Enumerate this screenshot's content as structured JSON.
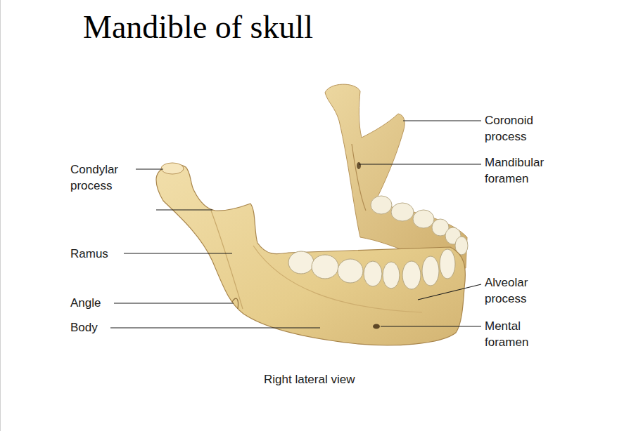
{
  "diagram": {
    "title": "Mandible of skull",
    "caption": "Right lateral view",
    "labels": [
      "Coronoid process",
      "Condylar process",
      "Mandibular foramen",
      "Ramus",
      "Alveolar process",
      "Angle",
      "Body",
      "Mental foramen"
    ]
  }
}
